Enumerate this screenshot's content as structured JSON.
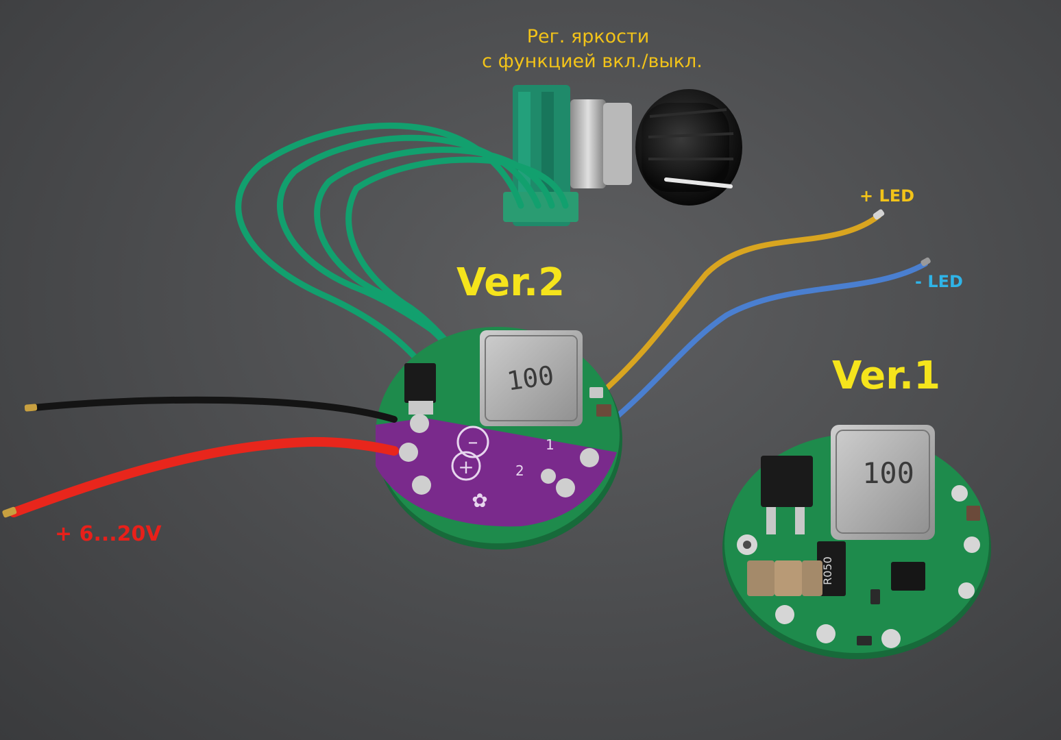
{
  "labels": {
    "regulator_line1": "Рег. яркости",
    "regulator_line2": "с функцией вкл./выкл.",
    "plus_led": "+ LED",
    "minus_led": "- LED",
    "ver2": "Ver.2",
    "ver1": "Ver.1",
    "power": "+ 6...20V"
  },
  "board_markings": {
    "inductor_ver2": "100",
    "inductor_ver1": "100",
    "resistor_ver1": "R050",
    "pad_1": "1",
    "pad_2": "2"
  },
  "colors": {
    "label_yellow": "#f2c319",
    "label_blue": "#2fb4e8",
    "label_red": "#e8201a",
    "ver_yellow": "#f5e41c",
    "pcb_green": "#1e8b4c",
    "pcb_purple": "#7a2a8c",
    "wire_green": "#12a06e",
    "wire_yellow": "#d9a520",
    "wire_blue": "#4a7fd0",
    "wire_red": "#e8261c",
    "wire_black": "#141414"
  }
}
